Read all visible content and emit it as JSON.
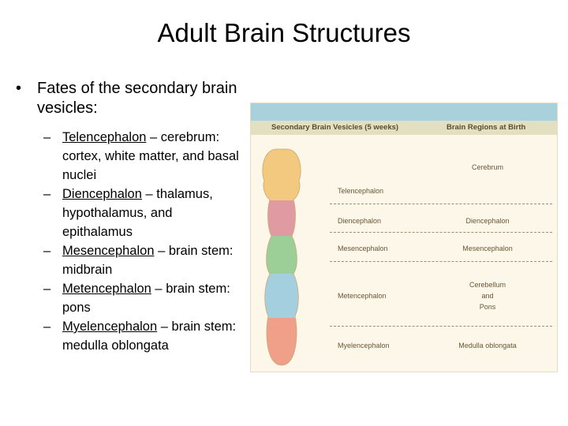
{
  "slide": {
    "title": "Adult Brain Structures",
    "bullet": "Fates of the secondary brain vesicles:",
    "sub_items": [
      {
        "term": "Telencephalon",
        "rest": " – cerebrum: cortex, white matter, and basal nuclei"
      },
      {
        "term": "Diencephalon",
        "rest": " – thalamus, hypothalamus, and epithalamus"
      },
      {
        "term": "Mesencephalon",
        "rest": " – brain stem: midbrain"
      },
      {
        "term": "Metencephalon",
        "rest": " – brain stem: pons"
      },
      {
        "term": "Myelencephalon",
        "rest": " – brain stem: medulla oblongata"
      }
    ],
    "bullet_glyph": "•",
    "dash_glyph": "–"
  },
  "figure": {
    "header_left": "Secondary Brain Vesicles (5 weeks)",
    "header_right": "Brain Regions at Birth",
    "vesicles": [
      "Telencephalon",
      "Diencephalon",
      "Mesencephalon",
      "Metencephalon",
      "Myelencephalon"
    ],
    "regions": {
      "cerebrum": "Cerebrum",
      "diencephalon": "Diencephalon",
      "mesencephalon": "Mesencephalon",
      "cerebellum": "Cerebellum",
      "and": "and",
      "pons": "Pons",
      "medulla": "Medulla oblongata"
    },
    "colors": {
      "telencephalon": "#f3c97f",
      "diencephalon": "#e09aa1",
      "mesencephalon": "#9ccf98",
      "metencephalon": "#a4cfdf",
      "myelencephalon": "#f0a088"
    }
  }
}
